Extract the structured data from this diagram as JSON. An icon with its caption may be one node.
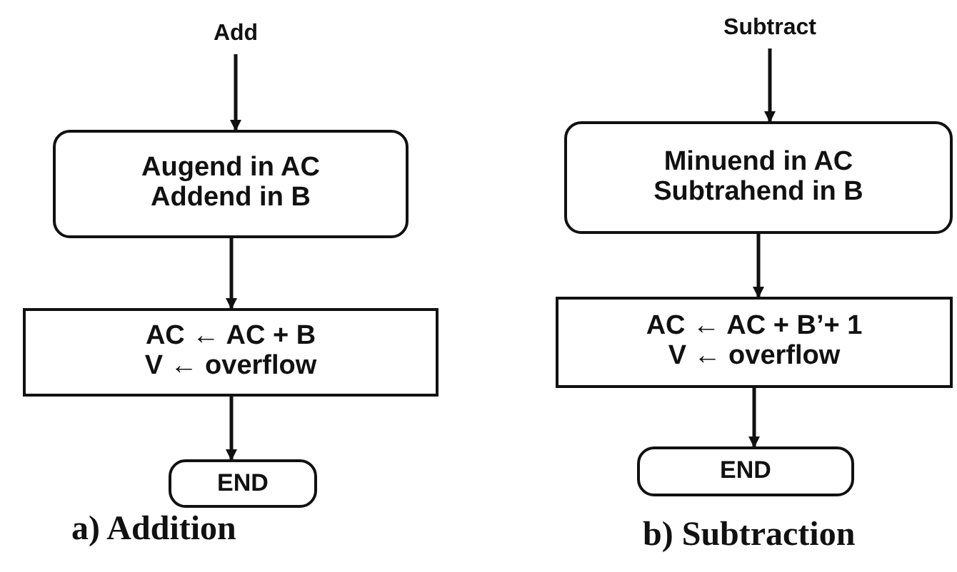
{
  "diagram": {
    "nodes": [
      {
        "text": [
          "Add"
        ]
      },
      {
        "text": [
          "Augend in AC",
          "Addend in B"
        ]
      },
      {
        "text": [
          "AC ← AC + B",
          "V ← overflow"
        ]
      },
      {
        "text": [
          "END"
        ]
      },
      {
        "text": [
          "Subtract"
        ]
      },
      {
        "text": [
          "Minuend in AC",
          "Subtrahend in B"
        ]
      },
      {
        "text": [
          "AC ← AC + B’+ 1",
          "V ← overflow"
        ]
      },
      {
        "text": [
          "END"
        ]
      }
    ],
    "edges": [
      {
        "from": 0,
        "to": 1,
        "arrow": "to"
      },
      {
        "from": 1,
        "to": 2,
        "arrow": "to"
      },
      {
        "from": 2,
        "to": 3,
        "arrow": "to"
      },
      {
        "from": 4,
        "to": 5,
        "arrow": "to"
      },
      {
        "from": 5,
        "to": 6,
        "arrow": "to"
      },
      {
        "from": 6,
        "to": 7,
        "arrow": "to"
      }
    ],
    "labels": [
      "a) Addition",
      "b) Subtraction"
    ]
  }
}
